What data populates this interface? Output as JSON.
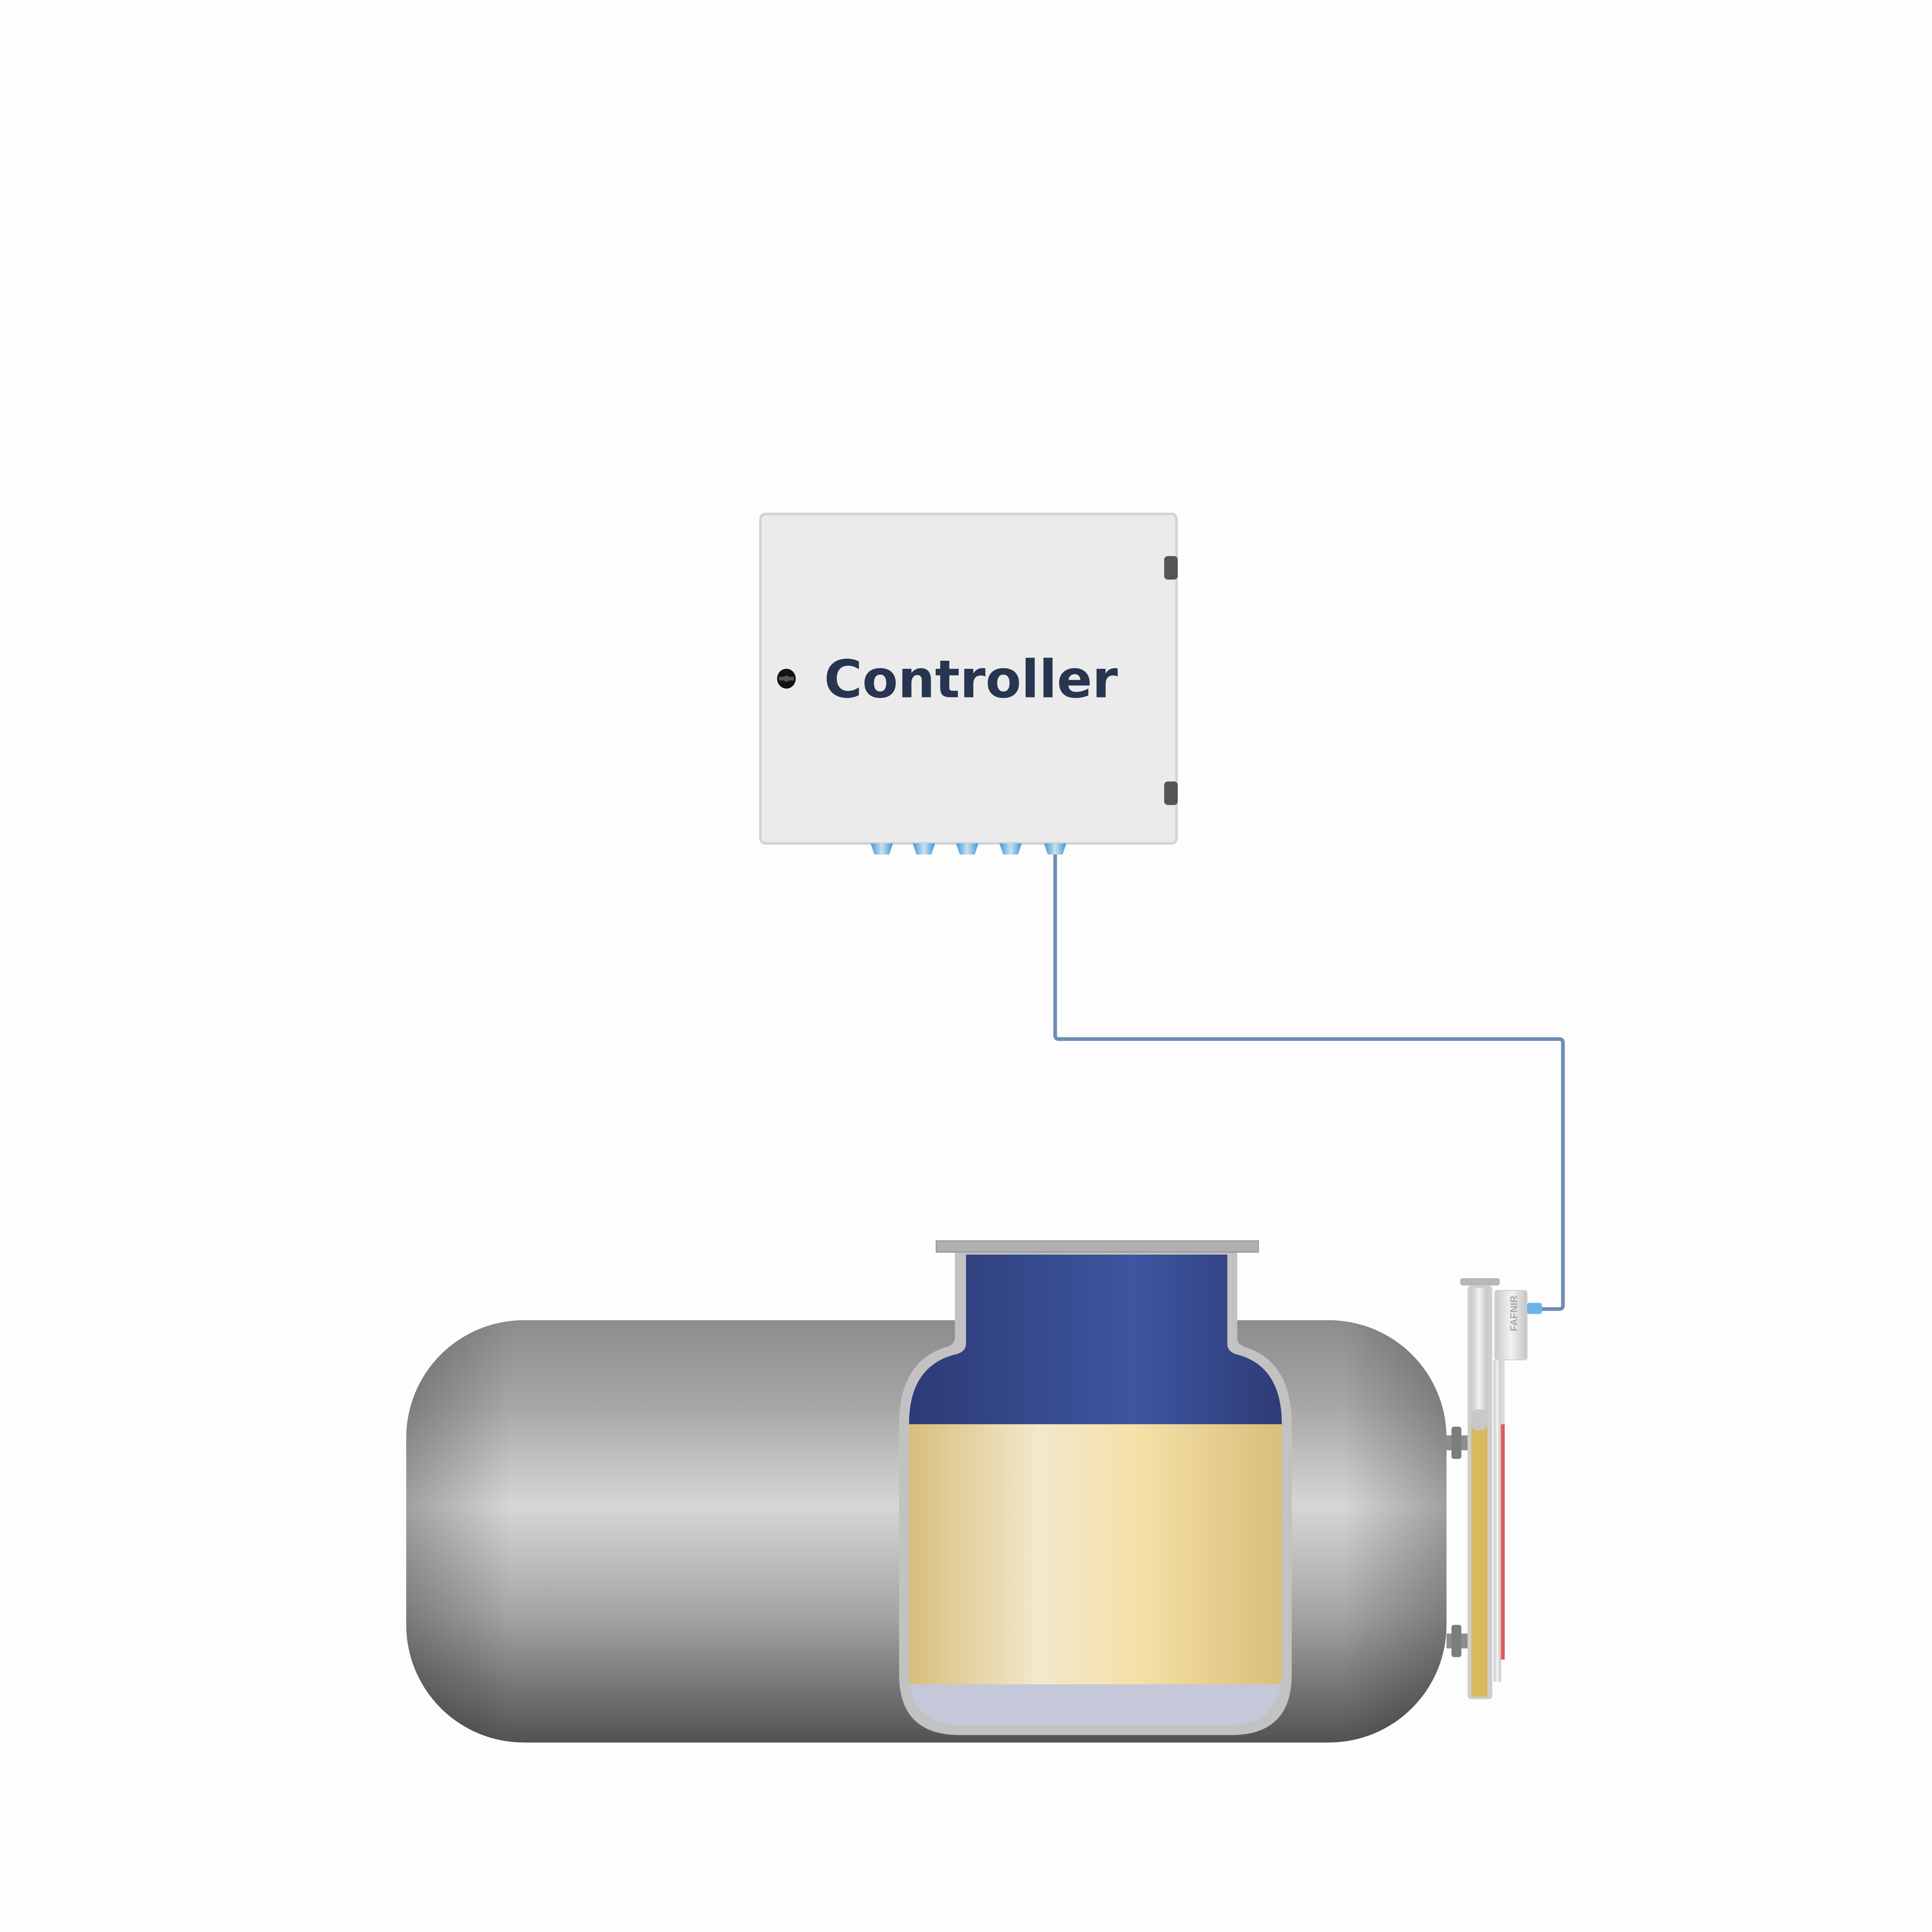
{
  "controller": {
    "label": "Controller",
    "box_color": "#ebebeb",
    "text_color": "#283550",
    "connector_count": 5,
    "connector_color": "#5aa9e0"
  },
  "cable": {
    "color": "#6f8db5"
  },
  "tank": {
    "shell_color": "#a0a0a0",
    "vapor_color": "#3a4f98",
    "liquid_color": "#e6d29a",
    "bottom_layer_color": "#c5c8d8"
  },
  "level_gauge": {
    "brand": "FAFNIR",
    "liquid_color": "#d9b95e",
    "scale_color": "#e05a5a"
  }
}
